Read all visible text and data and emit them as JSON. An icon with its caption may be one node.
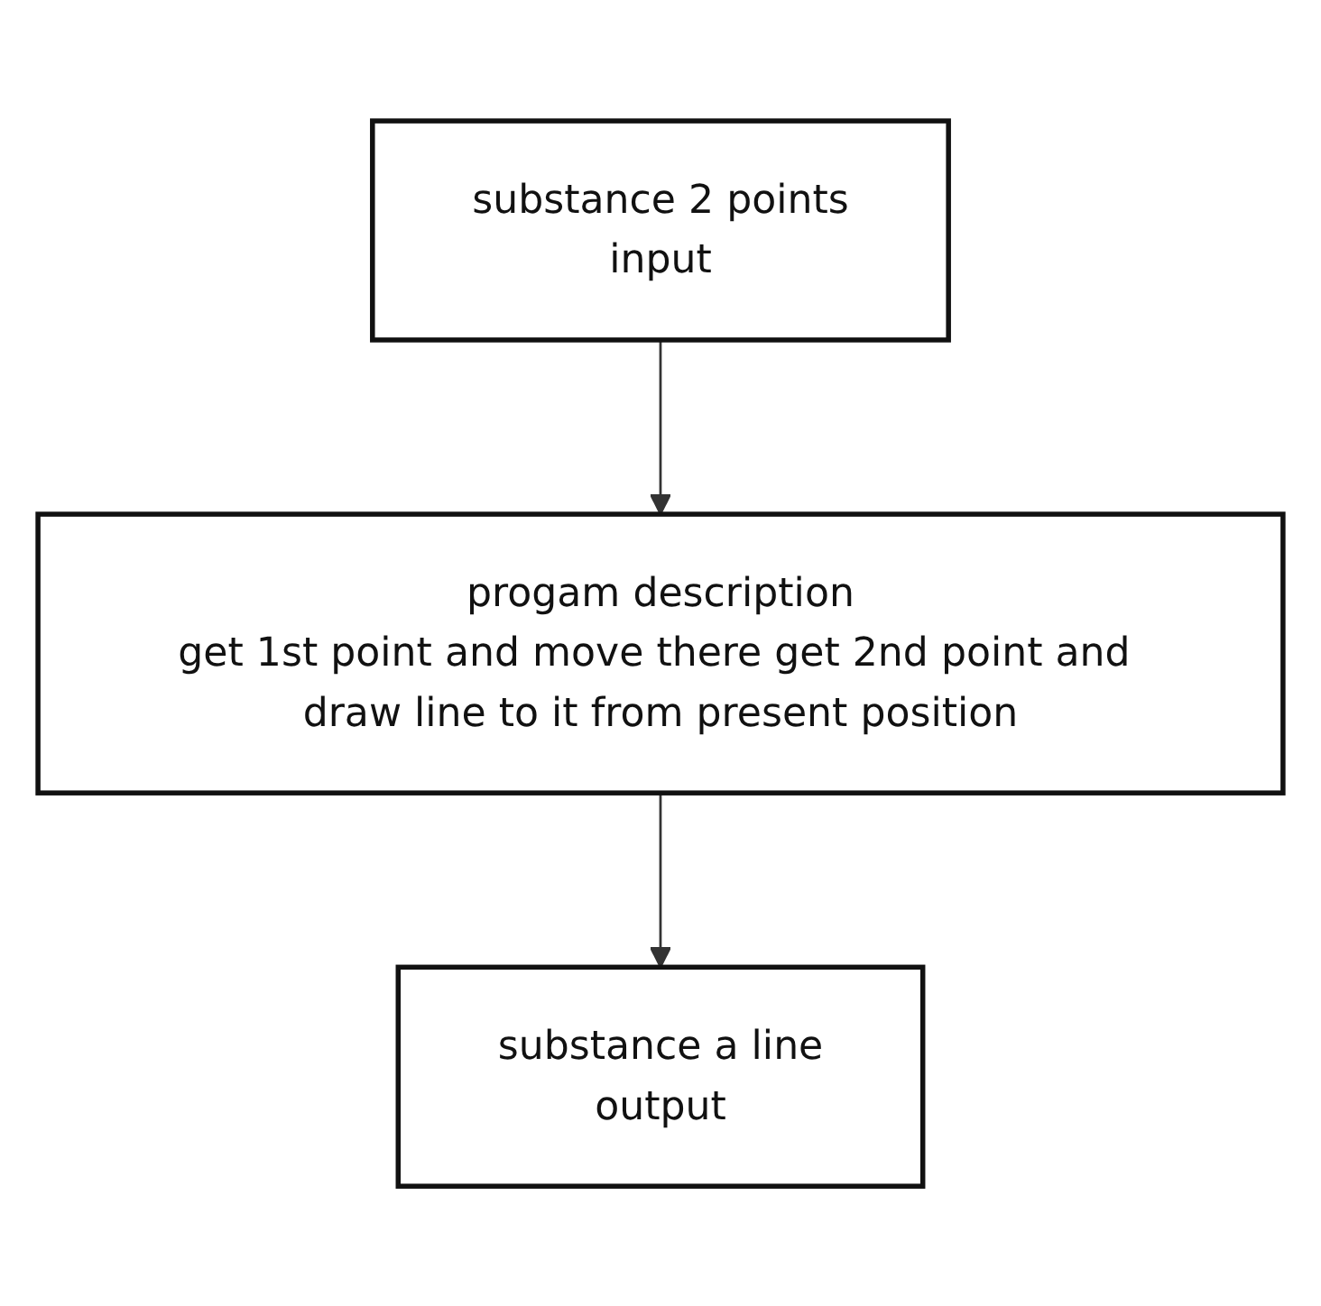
{
  "diagram": {
    "nodes": [
      {
        "text": [
          "substance 2 points",
          "input"
        ]
      },
      {
        "text": [
          "progam description",
          "get 1st point and move there get 2nd point and draw line to it from present position"
        ]
      },
      {
        "text": [
          "substance a line",
          "output"
        ]
      }
    ],
    "edges": [
      {
        "from": 0,
        "to": 1,
        "arrow": "to"
      },
      {
        "from": 1,
        "to": 2,
        "arrow": "to"
      }
    ]
  }
}
